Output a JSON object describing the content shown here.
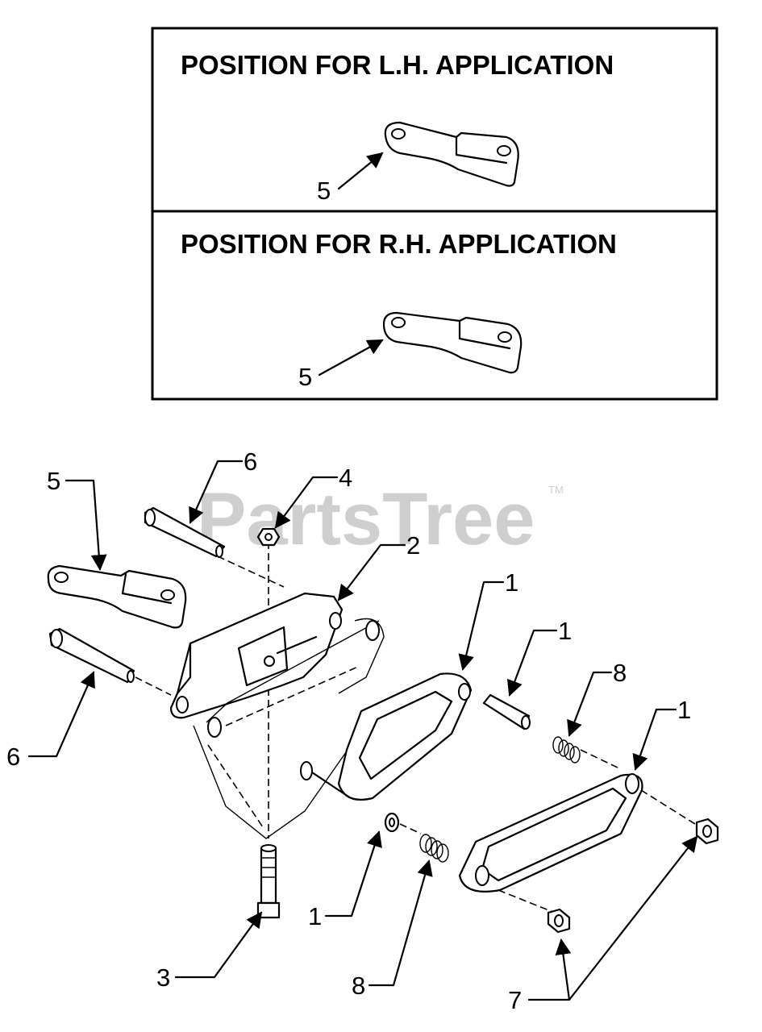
{
  "insets": {
    "lh": {
      "title": "POSITION FOR L.H. APPLICATION",
      "callout": "5"
    },
    "rh": {
      "title": "POSITION FOR R.H. APPLICATION",
      "callout": "5"
    }
  },
  "watermark": {
    "text": "PartsTree",
    "mark": "TM"
  },
  "callouts": {
    "c5": "5",
    "c6_top": "6",
    "c4": "4",
    "c2": "2",
    "c1_a": "1",
    "c1_b": "1",
    "c8_right": "8",
    "c1_c": "1",
    "c6_left": "6",
    "c1_bottom": "1",
    "c8_bottom": "8",
    "c3": "3",
    "c7": "7"
  }
}
